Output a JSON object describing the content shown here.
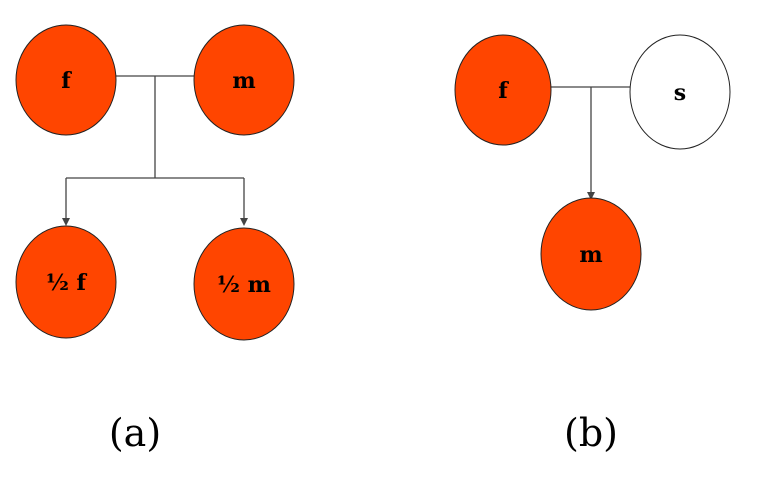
{
  "colors": {
    "filled": "#ff4500",
    "empty": "#ffffff",
    "outline": "#222222",
    "line": "#444444"
  },
  "panel_a": {
    "caption": "(a)",
    "parent_left": "f",
    "parent_right": "m",
    "child_left": "½ f",
    "child_right": "½ m"
  },
  "panel_b": {
    "caption": "(b)",
    "parent_left": "f",
    "parent_right": "s",
    "child": "m"
  }
}
